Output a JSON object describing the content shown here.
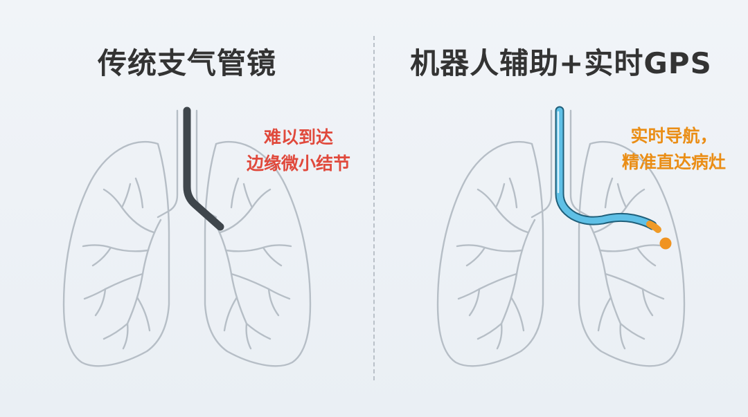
{
  "left_panel": {
    "title": "传统支气管镜",
    "annotation_line1": "难以到达",
    "annotation_line2": "边缘微小结节"
  },
  "right_panel": {
    "title": "机器人辅助+实时GPS",
    "annotation_line1": "实时导航，",
    "annotation_line2": "精准直达病灶"
  },
  "colors": {
    "background": "#eef2f6",
    "lung_outline": "#b6bec6",
    "traditional_scope": "#3f464c",
    "robotic_scope": "#5fc0e6",
    "robotic_tip": "#ef9a27",
    "nodule": "#f09320",
    "left_annotation": "#e0493c",
    "right_annotation": "#ea8e16"
  }
}
